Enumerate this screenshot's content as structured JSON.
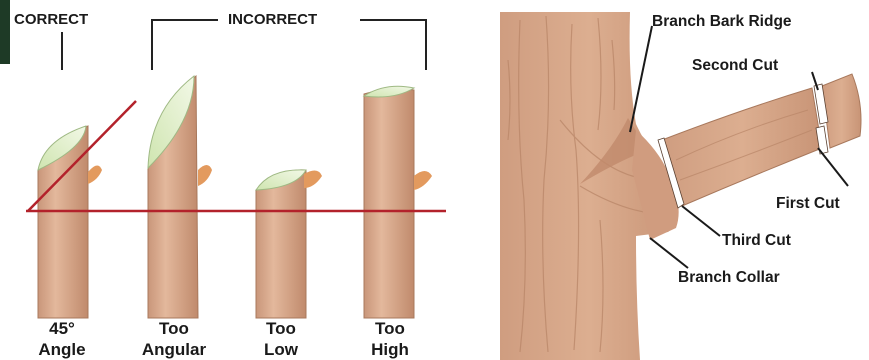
{
  "left_panel": {
    "header_correct": "CORRECT",
    "header_incorrect": "INCORRECT",
    "captions": [
      {
        "line1": "45°",
        "line2": "Angle"
      },
      {
        "line1": "Too",
        "line2": "Angular"
      },
      {
        "line1": "Too",
        "line2": "Low"
      },
      {
        "line1": "Too",
        "line2": "High"
      }
    ]
  },
  "right_panel": {
    "labels": {
      "branch_bark_ridge": "Branch Bark Ridge",
      "second_cut": "Second Cut",
      "first_cut": "First Cut",
      "third_cut": "Third Cut",
      "branch_collar": "Branch Collar"
    }
  },
  "colors": {
    "bark": "#d9aa8c",
    "bark_shadow": "#b98668",
    "cut_face": "#e6f2cf",
    "bud": "#e39a5e",
    "guide_line": "#b3222b",
    "background": "#ffffff",
    "corner_tab": "#1e3a26"
  }
}
